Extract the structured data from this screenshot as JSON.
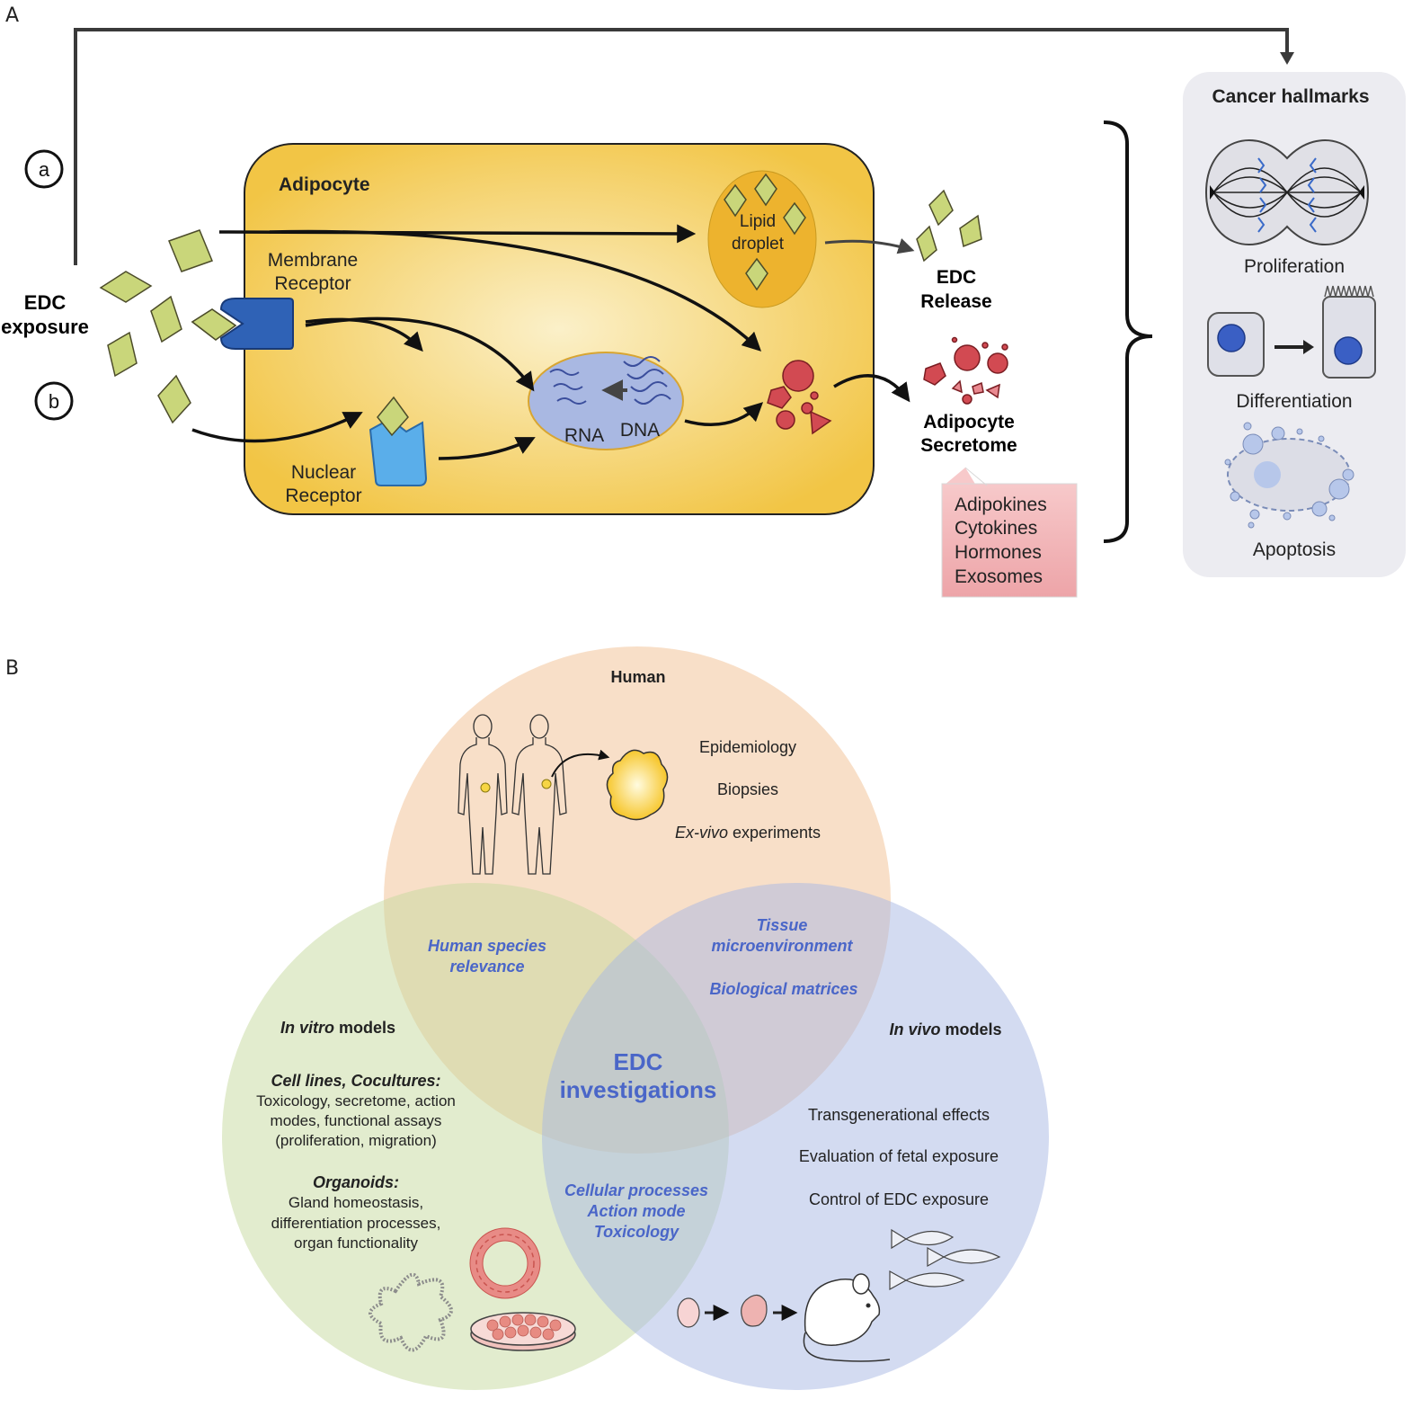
{
  "panel_a": {
    "letter": "A",
    "edc_exposure": [
      "EDC",
      "exposure"
    ],
    "route_a": "a",
    "route_b": "b",
    "adipocyte": "Adipocyte",
    "membrane_receptor": [
      "Membrane",
      "Receptor"
    ],
    "nuclear_receptor": [
      "Nuclear",
      "Receptor"
    ],
    "lipid_droplet": [
      "Lipid",
      "droplet"
    ],
    "rna": "RNA",
    "dna": "DNA",
    "edc_release": [
      "EDC",
      "Release"
    ],
    "adipocyte_secretome": [
      "Adipocyte",
      "Secretome"
    ],
    "secretome_items": [
      "Adipokines",
      "Cytokines",
      "Hormones",
      "Exosomes"
    ],
    "cancer_hallmarks": "Cancer hallmarks",
    "hallmarks": [
      "Proliferation",
      "Differentiation",
      "Apoptosis"
    ],
    "colors": {
      "cell_fill": "#f4c94a",
      "edc_fill": "#c9d67a",
      "membrane_receptor": "#2f62b6",
      "nuclear_receptor": "#5aaeea",
      "lipid_droplet": "#edb32e",
      "nucleus": "#a9b8e2",
      "secretome": "#d24a52",
      "callout": "#f0b4b6",
      "hallmarks_panel": "#ececf1"
    }
  },
  "panel_b": {
    "letter": "B",
    "human": {
      "title": "Human",
      "items": [
        "Epidemiology",
        "Biopsies"
      ],
      "exvivo_italic": "Ex-vivo",
      "exvivo_rest": " experiments"
    },
    "in_vitro": {
      "title_italic": "In vitro",
      "title_rest": " models",
      "cell_lines_heading": "Cell lines, Cocultures:",
      "cell_lines_lines": [
        "Toxicology, secretome, action",
        "modes, functional assays",
        "(proliferation, migration)"
      ],
      "organoids_heading": "Organoids:",
      "organoids_lines": [
        "Gland homeostasis,",
        "differentiation processes,",
        "organ functionality"
      ]
    },
    "in_vivo": {
      "title_italic": "In vivo",
      "title_rest": " models",
      "items": [
        "Transgenerational effects",
        "Evaluation of fetal exposure",
        "Control of EDC exposure"
      ]
    },
    "overlap_human_vitro": [
      "Human species",
      "relevance"
    ],
    "overlap_human_vivo": [
      "Tissue",
      "microenvironment",
      "Biological matrices"
    ],
    "overlap_vitro_vivo": [
      "Cellular processes",
      "Action mode",
      "Toxicology"
    ],
    "center": [
      "EDC",
      "investigations"
    ],
    "colors": {
      "human_circle": "#f3c9a3",
      "vitro_circle": "#c5da9d",
      "vivo_circle": "#a8b8e3",
      "overlap_text": "#4a66c8"
    }
  }
}
